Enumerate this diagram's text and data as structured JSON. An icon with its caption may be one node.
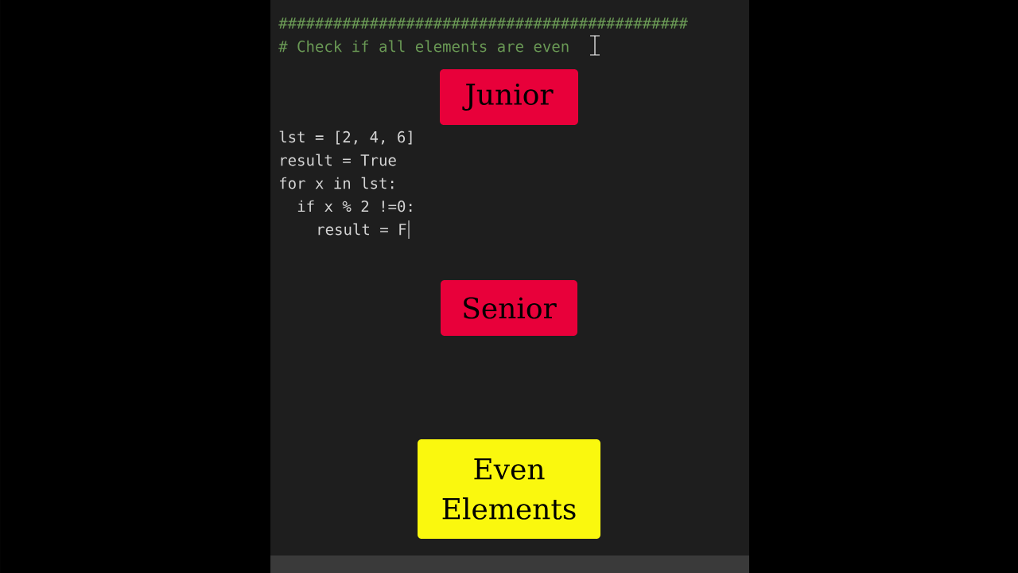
{
  "diagram": {
    "nodes": [
      {
        "text": [
          "Junior"
        ]
      },
      {
        "text": [
          "Senior"
        ]
      },
      {
        "text": [
          "Even Elements"
        ]
      }
    ],
    "labels": [
      "#############################################",
      "# Check if all elements are even",
      "lst = [2, 4, 6]",
      "result = True",
      "for x in lst:",
      "if x % 2 !=0:",
      "result = F"
    ]
  }
}
